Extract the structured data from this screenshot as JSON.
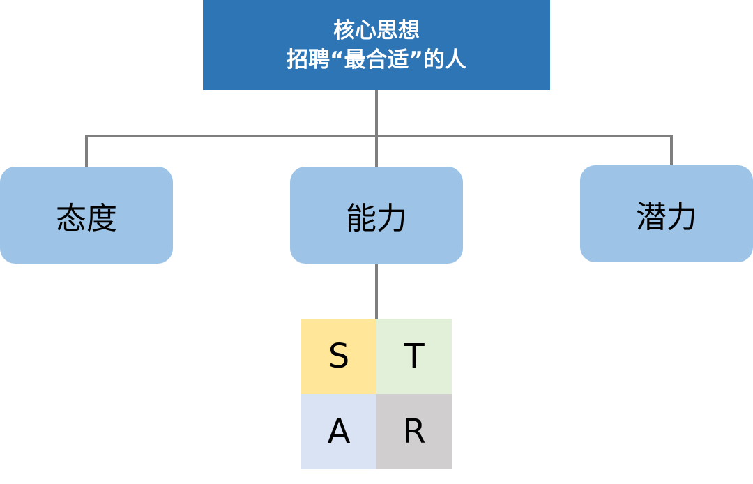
{
  "root": {
    "line1": "核心思想",
    "line2": "招聘“最合适”的人",
    "color": "#2e75b6"
  },
  "children": {
    "attitude": "态度",
    "ability": "能力",
    "potential": "潜力",
    "color": "#9dc3e6"
  },
  "star": {
    "s": {
      "label": "S",
      "color": "#ffe699"
    },
    "t": {
      "label": "T",
      "color": "#e2efd9"
    },
    "a": {
      "label": "A",
      "color": "#dae3f3"
    },
    "r": {
      "label": "R",
      "color": "#d0cece"
    }
  },
  "connector_color": "#7f7f7f"
}
